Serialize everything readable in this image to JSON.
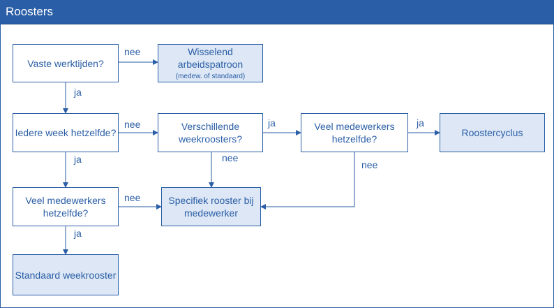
{
  "window": {
    "title": "Roosters"
  },
  "colors": {
    "accent": "#2a5ea6",
    "result_fill": "#dde7f5",
    "question_fill": "#ffffff"
  },
  "nodes": {
    "q1": {
      "text": "Vaste werktijden?"
    },
    "r_wisselend": {
      "line1": "Wisselend",
      "line2": "arbeidspatroon",
      "note": "(medew. of standaard)"
    },
    "q2": {
      "text": "Iedere week hetzelfde?"
    },
    "q3": {
      "line1": "Verschillende",
      "line2": "weekroosters?"
    },
    "q4": {
      "line1": "Veel medewerkers",
      "line2": "hetzelfde?"
    },
    "r_cyclus": {
      "text": "Roostercyclus"
    },
    "q5": {
      "line1": "Veel medewerkers",
      "line2": "hetzelfde?"
    },
    "r_specifiek": {
      "line1": "Specifiek rooster bij",
      "line2": "medewerker"
    },
    "r_standaard": {
      "text": "Standaard weekrooster"
    }
  },
  "edges": {
    "q1_nee": "nee",
    "q1_ja": "ja",
    "q2_nee": "nee",
    "q2_ja": "ja",
    "q3_ja": "ja",
    "q3_nee": "nee",
    "q4_ja": "ja",
    "q4_nee": "nee",
    "q5_nee": "nee",
    "q5_ja": "ja"
  }
}
